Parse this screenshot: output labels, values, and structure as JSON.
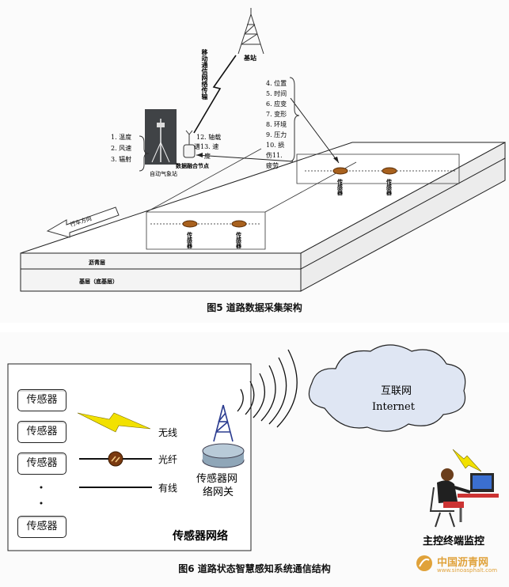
{
  "figure5": {
    "caption": "图5 道路数据采集架构",
    "base_station": "基站",
    "mobile_network": "移动通信网络传输",
    "weather_list": [
      "1. 温度",
      "2. 风速",
      "3. 辐射"
    ],
    "weather_station": "自动气象站",
    "fusion_node": "数据融合节点",
    "axle_list": [
      "12. 轴载",
      "谱13. 速",
      "度"
    ],
    "structural_list": [
      "4. 位置",
      "5. 时间",
      "6. 应变",
      "7. 变形",
      "8. 环境",
      "9. 压力",
      "10. 损",
      "伤11.",
      "疲劳"
    ],
    "driving_direction": "行车方向",
    "sensor_label": "传感器",
    "asphalt_layer": "沥青层",
    "base_layer": "基层（底基层）"
  },
  "figure6": {
    "caption": "图6 道路状态智慧感知系统通信结构",
    "sensors": [
      "传感器",
      "传感器",
      "传感器",
      "传感器"
    ],
    "ellipsis": "·",
    "wireless": "无线",
    "fiber": "光纤",
    "wired": "有线",
    "network_title": "传感器网络",
    "gateway_line1": "传感器网",
    "gateway_line2": "络网关",
    "internet_cn": "互联网",
    "internet_en": "Internet",
    "terminal": "主控终端监控"
  },
  "watermark": {
    "cn": "中国沥青网",
    "url": "www.sinoasphalt.com"
  },
  "colors": {
    "wireless_bolt": "#f2e100",
    "fiber_icon": "#7a3a10",
    "tower": "#2a3b8f",
    "cloud": "#dfe6f3",
    "watermark": "#e0a23a"
  }
}
